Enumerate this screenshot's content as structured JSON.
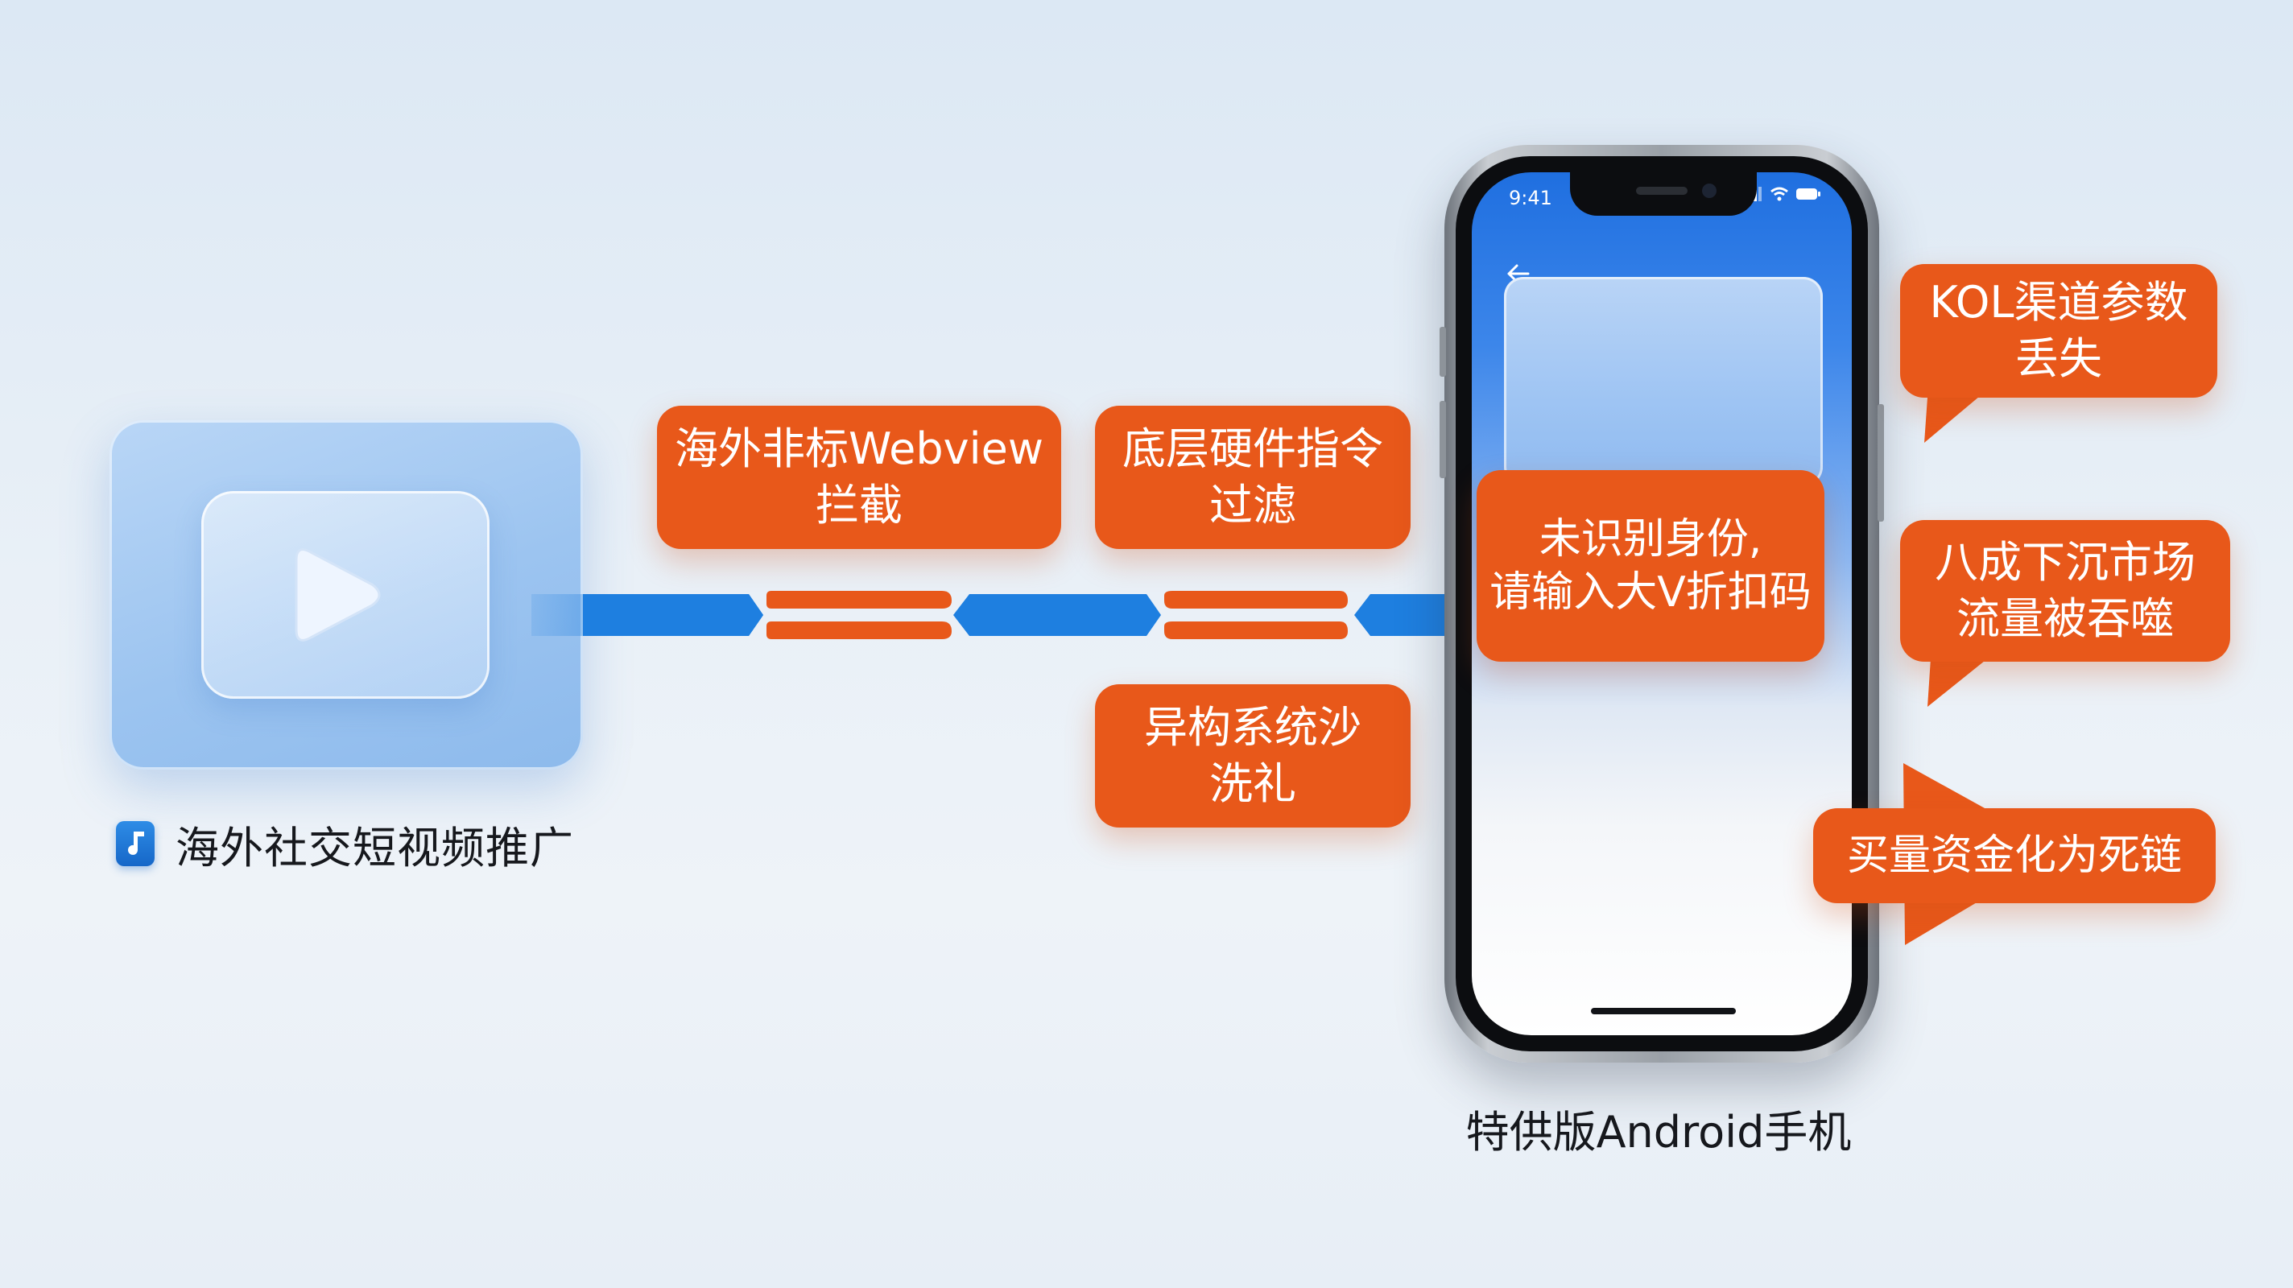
{
  "source": {
    "label": "海外社交短视频推广",
    "icon": "music-note-icon"
  },
  "pipeline": {
    "blockers": [
      {
        "id": "webview",
        "lines": [
          "海外非标Webview",
          "拦截"
        ]
      },
      {
        "id": "hardware",
        "lines": [
          "底层硬件指令",
          "过滤"
        ]
      },
      {
        "id": "sandbox",
        "lines": [
          "异构系统沙",
          "洗礼"
        ]
      }
    ]
  },
  "phone": {
    "label": "特供版Android手机",
    "status_time": "9:41",
    "prompt": [
      "未识别身份,",
      "请输入大V折扣码"
    ]
  },
  "outcomes": [
    {
      "id": "kol",
      "lines": [
        "KOL渠道参数",
        "丢失"
      ]
    },
    {
      "id": "traffic",
      "lines": [
        "八成下沉市场",
        "流量被吞噬"
      ]
    },
    {
      "id": "funds",
      "lines": [
        "买量资金化为死链"
      ]
    }
  ],
  "colors": {
    "accent_orange": "#e8581a",
    "pipe_blue": "#1e7fe0",
    "tile_blue": "#9cc4f0"
  }
}
